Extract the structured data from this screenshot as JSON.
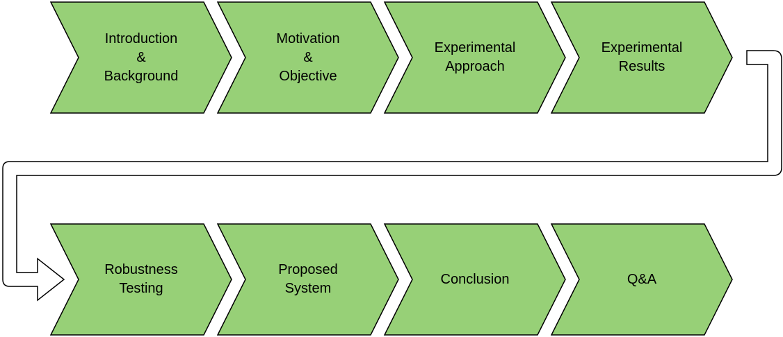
{
  "diagram": {
    "fill_color": "#97d077",
    "stroke_color": "#000000",
    "connector_fill": "#ffffff",
    "rows": [
      {
        "steps": [
          {
            "id": "introduction-background",
            "lines": [
              "Introduction",
              "&",
              "Background"
            ]
          },
          {
            "id": "motivation-objective",
            "lines": [
              "Motivation",
              "&",
              "Objective"
            ]
          },
          {
            "id": "experimental-approach",
            "lines": [
              "Experimental",
              "Approach"
            ]
          },
          {
            "id": "experimental-results",
            "lines": [
              "Experimental",
              "Results"
            ]
          }
        ]
      },
      {
        "steps": [
          {
            "id": "robustness-testing",
            "lines": [
              "Robustness",
              "Testing"
            ]
          },
          {
            "id": "proposed-system",
            "lines": [
              "Proposed",
              "System"
            ]
          },
          {
            "id": "conclusion",
            "lines": [
              "Conclusion"
            ]
          },
          {
            "id": "q-and-a",
            "lines": [
              "Q&A"
            ]
          }
        ]
      }
    ]
  }
}
